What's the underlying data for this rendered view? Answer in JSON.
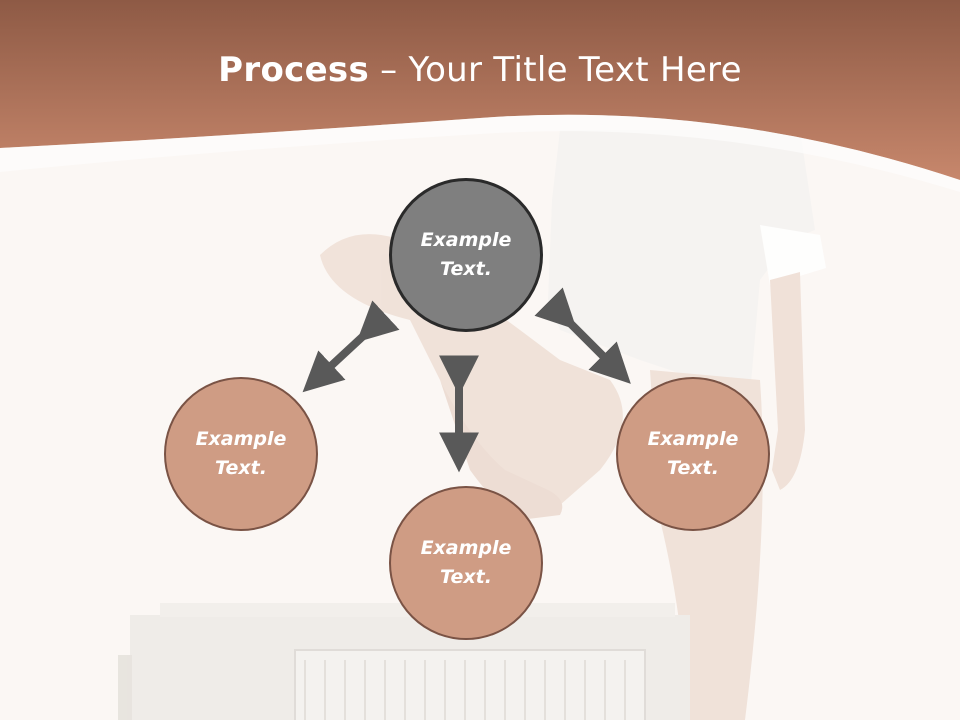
{
  "slide": {
    "title_bold": "Process",
    "title_rest": " – Your Title Text Here"
  },
  "nodes": {
    "top": "Example Text.",
    "left": "Example Text.",
    "bottom": "Example Text.",
    "right": "Example Text."
  },
  "colors": {
    "header": "#b87a60",
    "node_fill": "#cf9c84",
    "node_border": "#7a5345",
    "center_fill": "#7f7f7f",
    "arrow": "#595959"
  }
}
